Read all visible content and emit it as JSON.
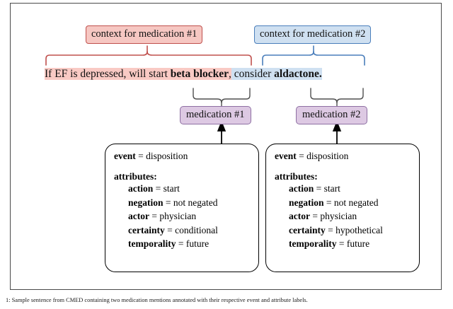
{
  "figure": {
    "context_labels": [
      {
        "id": "ctx1",
        "text": "context for medication #1",
        "fill": "#f6c7c2",
        "stroke": "#c0504d"
      },
      {
        "id": "ctx2",
        "text": "context for medication #2",
        "fill": "#cfe0f1",
        "stroke": "#4a7ebb"
      }
    ],
    "sentence": {
      "segments": [
        {
          "text": "If EF is depressed, will start ",
          "highlight": "red",
          "bold": false
        },
        {
          "text": "beta blocker",
          "highlight": "red",
          "bold": true
        },
        {
          "text": ",",
          "highlight": "red",
          "bold": false
        },
        {
          "text": " consider ",
          "highlight": "blue",
          "bold": false
        },
        {
          "text": "aldactone.",
          "highlight": "blue",
          "bold": true
        }
      ],
      "plain": "If EF is depressed, will start beta blocker, consider aldactone.",
      "part_red": "If EF is depressed, will start ",
      "part_red_bold": "beta blocker",
      "part_red_tail": ",",
      "part_blue": " consider ",
      "part_blue_bold": "aldactone."
    },
    "medication_labels": [
      {
        "id": "med1",
        "text": "medication #1",
        "fill": "#ddc9e3",
        "stroke": "#8e6fa3"
      },
      {
        "id": "med2",
        "text": "medication #2",
        "fill": "#ddc9e3",
        "stroke": "#8e6fa3"
      }
    ],
    "event_boxes": [
      {
        "id": "evbox1",
        "event_key": "event",
        "event_eq": "=",
        "event_value": "disposition",
        "attributes_header": "attributes:",
        "attributes": [
          {
            "key": "action",
            "eq": "=",
            "value": "start"
          },
          {
            "key": "negation",
            "eq": "=",
            "value": "not negated"
          },
          {
            "key": "actor",
            "eq": "=",
            "value": "physician"
          },
          {
            "key": "certainty",
            "eq": "=",
            "value": "conditional"
          },
          {
            "key": "temporality",
            "eq": "=",
            "value": "future"
          }
        ]
      },
      {
        "id": "evbox2",
        "event_key": "event",
        "event_eq": "=",
        "event_value": "disposition",
        "attributes_header": "attributes:",
        "attributes": [
          {
            "key": "action",
            "eq": "=",
            "value": "start"
          },
          {
            "key": "negation",
            "eq": "=",
            "value": "not negated"
          },
          {
            "key": "actor",
            "eq": "=",
            "value": "physician"
          },
          {
            "key": "certainty",
            "eq": "=",
            "value": "hypothetical"
          },
          {
            "key": "temporality",
            "eq": "=",
            "value": "future"
          }
        ]
      }
    ],
    "colors": {
      "red_accent": "#c0504d",
      "blue_accent": "#4a7ebb",
      "purple_accent": "#8e6fa3",
      "red_highlight": "#f9cac4",
      "blue_highlight": "#cfe0f1",
      "purple_fill": "#ddc9e3",
      "frame_border": "#4a4a4a"
    }
  },
  "caption": {
    "text": "1: Sample sentence from CMED containing two medication mentions annotated with their respective event and attribute labels."
  }
}
